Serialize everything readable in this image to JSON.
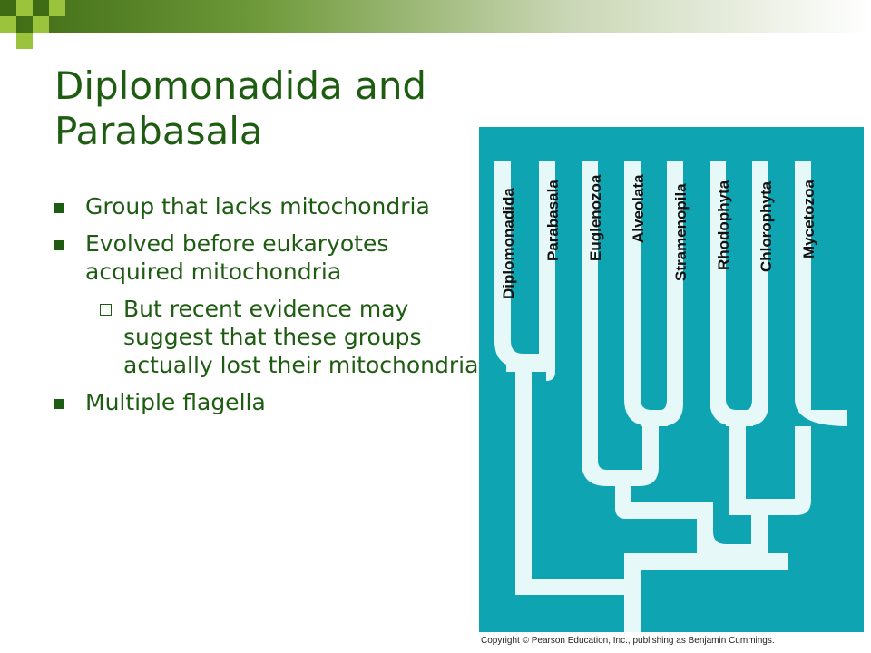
{
  "slide": {
    "title": "Diplomonadida and Parabasala",
    "bullets": [
      "Group that lacks mitochondria",
      "Evolved before eukaryotes acquired mitochondria"
    ],
    "sub_bullet": "But recent evidence may suggest that these groups actually lost their mitochondria",
    "last_bullet": "Multiple flagella",
    "copyright": "Copyright © Pearson Education, Inc., publishing as Benjamin Cummings."
  },
  "diagram": {
    "taxa": [
      "Diplomonadida",
      "Parabasala",
      "Euglenozoa",
      "Alveolata",
      "Stramenopila",
      "Rhodophyta",
      "Chlorophyta",
      "Mycetozoa"
    ],
    "colors": {
      "background": "#0fa4b2",
      "branch": "#e6f8f8",
      "title": "#1e5c12"
    }
  }
}
